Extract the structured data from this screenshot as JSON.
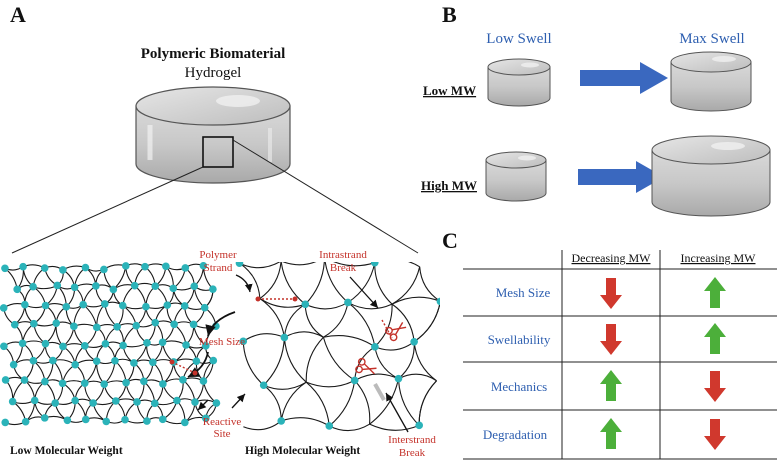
{
  "panel_letters": {
    "a": "A",
    "b": "B",
    "c": "C"
  },
  "panel_a": {
    "title": "Polymeric Biomaterial",
    "subtitle": "Hydrogel",
    "annotations": {
      "polymer_strand": [
        "Polymer",
        "Strand"
      ],
      "intrastrand_break": [
        "Intrastrand",
        "Break"
      ],
      "mesh_size": "Mesh Size",
      "reactive_site": [
        "Reactive",
        "Site"
      ],
      "interstrand_break": [
        "Interstrand",
        "Break"
      ]
    },
    "captions": {
      "low": "Low Molecular Weight",
      "high": "High Molecular Weight"
    }
  },
  "panel_b": {
    "col_low": "Low Swell",
    "col_max": "Max Swell",
    "row_low": "Low MW",
    "row_high": "High MW"
  },
  "panel_c": {
    "headers": [
      "Decreasing MW",
      "Increasing MW"
    ],
    "rows": [
      {
        "label": "Mesh Size",
        "decreasing": "down",
        "increasing": "up"
      },
      {
        "label": "Swellability",
        "decreasing": "down",
        "increasing": "up"
      },
      {
        "label": "Mechanics",
        "decreasing": "up",
        "increasing": "down"
      },
      {
        "label": "Degradation",
        "decreasing": "up",
        "increasing": "down"
      }
    ]
  },
  "colors": {
    "accent_blue": "#2e5fb0",
    "annotation_red": "#c4322a",
    "node_teal": "#2bb3b9",
    "arrow_up_green": "#4caf3a",
    "arrow_down_red": "#d0382d"
  }
}
